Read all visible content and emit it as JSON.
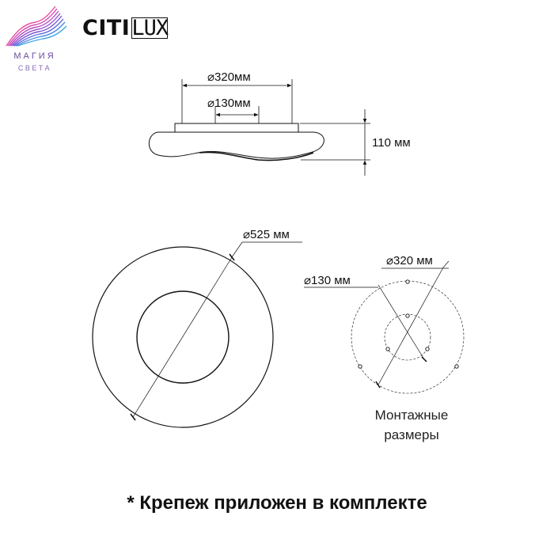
{
  "logo": {
    "brand_left": "MAGIA SVETA",
    "caption_line1": "МАГИЯ",
    "caption_line2": "СВЕТА",
    "brand_right_part1": "CITI",
    "brand_right_part2": "LUX",
    "colors": {
      "wave_1": "#e94aa0",
      "wave_2": "#7b55d6",
      "wave_3": "#3fa5e8"
    }
  },
  "side_view": {
    "outer_mount_diameter": "⌀320мм",
    "inner_mount_diameter": "⌀130мм",
    "height": "110 мм"
  },
  "top_view": {
    "outer_diameter": "⌀525 мм"
  },
  "mounting_view": {
    "outer_diameter": "⌀320 мм",
    "inner_diameter": "⌀130 мм",
    "caption": "Монтажные размеры"
  },
  "footer": {
    "note": "* Крепеж приложен в комплекте"
  }
}
